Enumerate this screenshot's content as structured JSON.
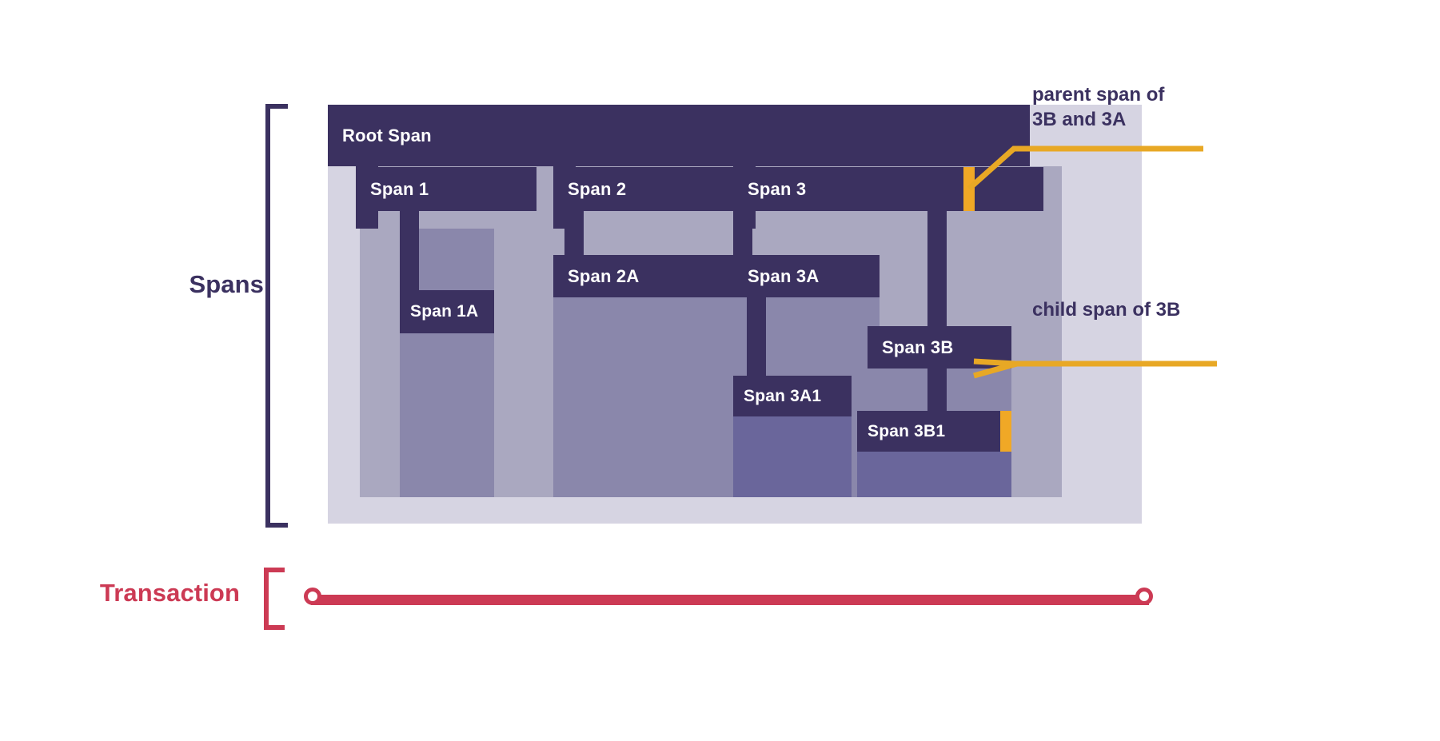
{
  "labels": {
    "spans": "Spans",
    "transaction": "Transaction"
  },
  "colors": {
    "span_bar": "#3b3160",
    "canvas_bg": "#d6d4e2",
    "depth1_body": "#aaa8c0",
    "depth2_body": "#8a87ab",
    "depth3_body": "#6a669b",
    "marker": "#f0a826",
    "leader": "#e8a825",
    "transaction": "#cc3a54",
    "text_dark": "#3b3160",
    "bar_label": "#ffffff"
  },
  "spans": [
    {
      "id": "root",
      "label": "Root Span",
      "depth": 0
    },
    {
      "id": "s1",
      "label": "Span 1",
      "depth": 1,
      "parent": "root"
    },
    {
      "id": "s1a",
      "label": "Span 1A",
      "depth": 2,
      "parent": "s1"
    },
    {
      "id": "s2",
      "label": "Span 2",
      "depth": 1,
      "parent": "root"
    },
    {
      "id": "s2a",
      "label": "Span 2A",
      "depth": 2,
      "parent": "s2"
    },
    {
      "id": "s3",
      "label": "Span 3",
      "depth": 1,
      "parent": "root"
    },
    {
      "id": "s3a",
      "label": "Span 3A",
      "depth": 2,
      "parent": "s3"
    },
    {
      "id": "s3a1",
      "label": "Span 3A1",
      "depth": 3,
      "parent": "s3a"
    },
    {
      "id": "s3b",
      "label": "Span 3B",
      "depth": 2,
      "parent": "s3"
    },
    {
      "id": "s3b1",
      "label": "Span 3B1",
      "depth": 3,
      "parent": "s3b"
    }
  ],
  "annotations": [
    {
      "id": "ann-parent",
      "text": "parent span of\n3B and 3A",
      "target": "Span 3",
      "marker": "highlight-marker"
    },
    {
      "id": "ann-child",
      "text": "child span of 3B",
      "target": "Span 3B1",
      "marker": "highlight-marker"
    }
  ],
  "transaction": {
    "start_marker": "circle",
    "end_marker": "circle"
  }
}
